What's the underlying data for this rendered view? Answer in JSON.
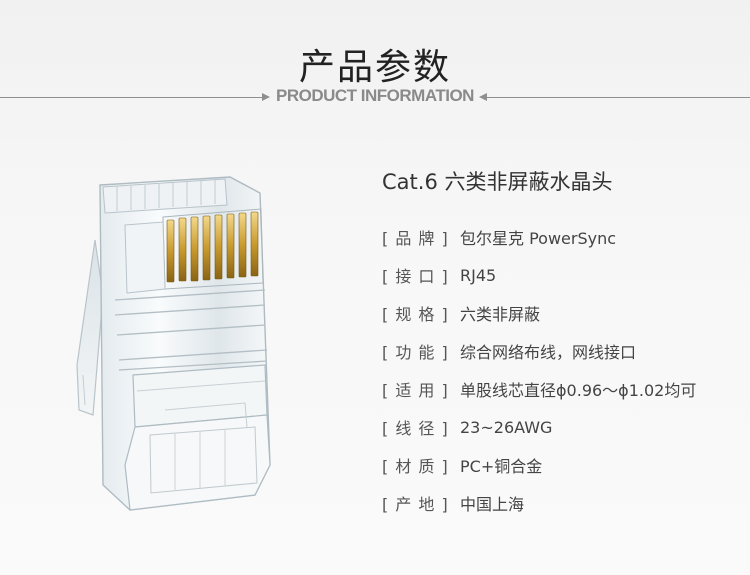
{
  "header": {
    "title": "产品参数",
    "subtitle": "PRODUCT INFORMATION"
  },
  "product": {
    "name": "Cat.6 六类非屏蔽水晶头",
    "image": "rj45-connector"
  },
  "specs": [
    {
      "label": "[ 品 牌 ]",
      "value": "包尔星克 PowerSync"
    },
    {
      "label": "[ 接 口 ]",
      "value": "RJ45"
    },
    {
      "label": "[ 规 格 ]",
      "value": "六类非屏蔽"
    },
    {
      "label": "[ 功 能 ]",
      "value": "综合网络布线，网线接口"
    },
    {
      "label": "[ 适 用 ]",
      "value": "单股线芯直径ϕ0.96〜ϕ1.02均可"
    },
    {
      "label": "[ 线 径 ]",
      "value": "23~26AWG"
    },
    {
      "label": "[ 材 质 ]",
      "value": "PC+铜合金"
    },
    {
      "label": "[ 产 地 ]",
      "value": "中国上海"
    }
  ],
  "colors": {
    "background": "#f4f4f4",
    "text": "#333333",
    "accent": "#8a8a8a",
    "gold": "#c99a2e"
  }
}
